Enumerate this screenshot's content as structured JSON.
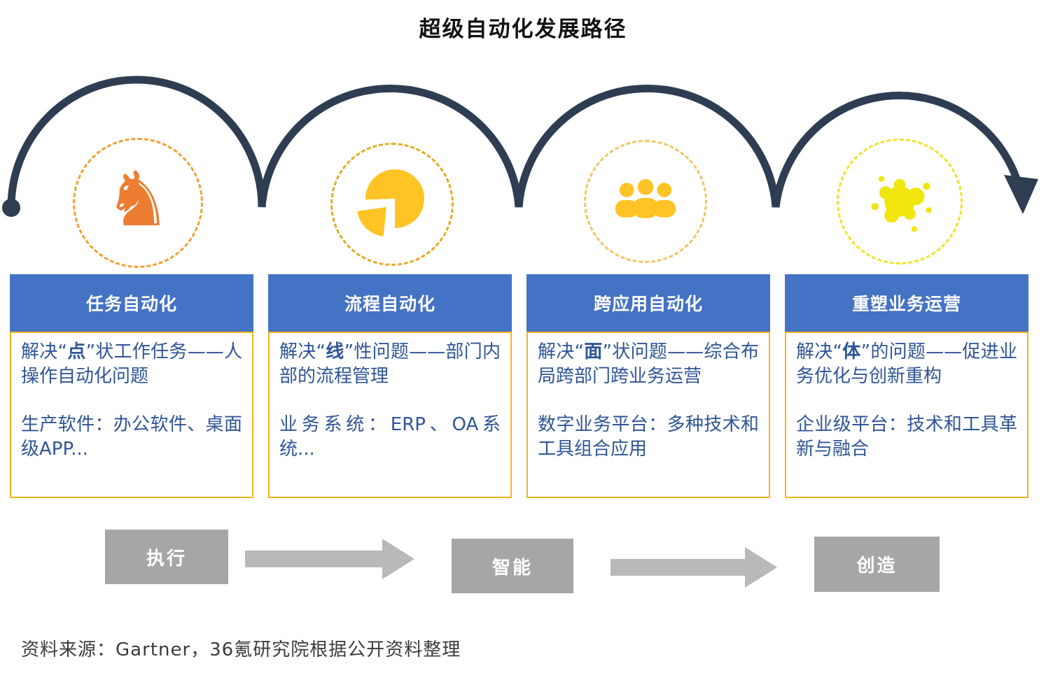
{
  "title": "超级自动化发展路径",
  "stages": [
    {
      "name": "任务自动化",
      "icon": "knight-icon",
      "para1": {
        "before": "解决“",
        "term": "点",
        "after": "”状工作任务——人操作自动化问题"
      },
      "para2": "生产软件：办公软件、桌面级APP..."
    },
    {
      "name": "流程自动化",
      "icon": "pie-chart-icon",
      "para1": {
        "before": "解决“",
        "term": "线",
        "after": "”性问题——部门内部的流程管理"
      },
      "para2": "业务系统：ERP、OA系统..."
    },
    {
      "name": "跨应用自动化",
      "icon": "people-group-icon",
      "para1": {
        "before": "解决“",
        "term": "面",
        "after": "”状问题——综合布局跨部门跨业务运营"
      },
      "para2": "数字业务平台：多种技术和工具组合应用"
    },
    {
      "name": "重塑业务运营",
      "icon": "paint-splash-icon",
      "para1": {
        "before": "解决“",
        "term": "体",
        "after": "”的问题——促进业务优化与创新重构"
      },
      "para2": "企业级平台：技术和工具革新与融合"
    }
  ],
  "flow": {
    "steps": [
      "执行",
      "智能",
      "创造"
    ]
  },
  "source": "资料来源：Gartner，36氪研究院根据公开资料整理",
  "colors": {
    "arc_navy": "#2e3d52",
    "header_blue": "#4472c4",
    "card_border_gold": "#f5b31b",
    "body_text_blue": "#2f5597",
    "gray_box": "#a6a6a6",
    "arrow_gray": "#b9b9b9",
    "icon_orange": "#ed7d31",
    "icon_gold": "#fec425",
    "icon_yellow": "#f0e22c"
  }
}
